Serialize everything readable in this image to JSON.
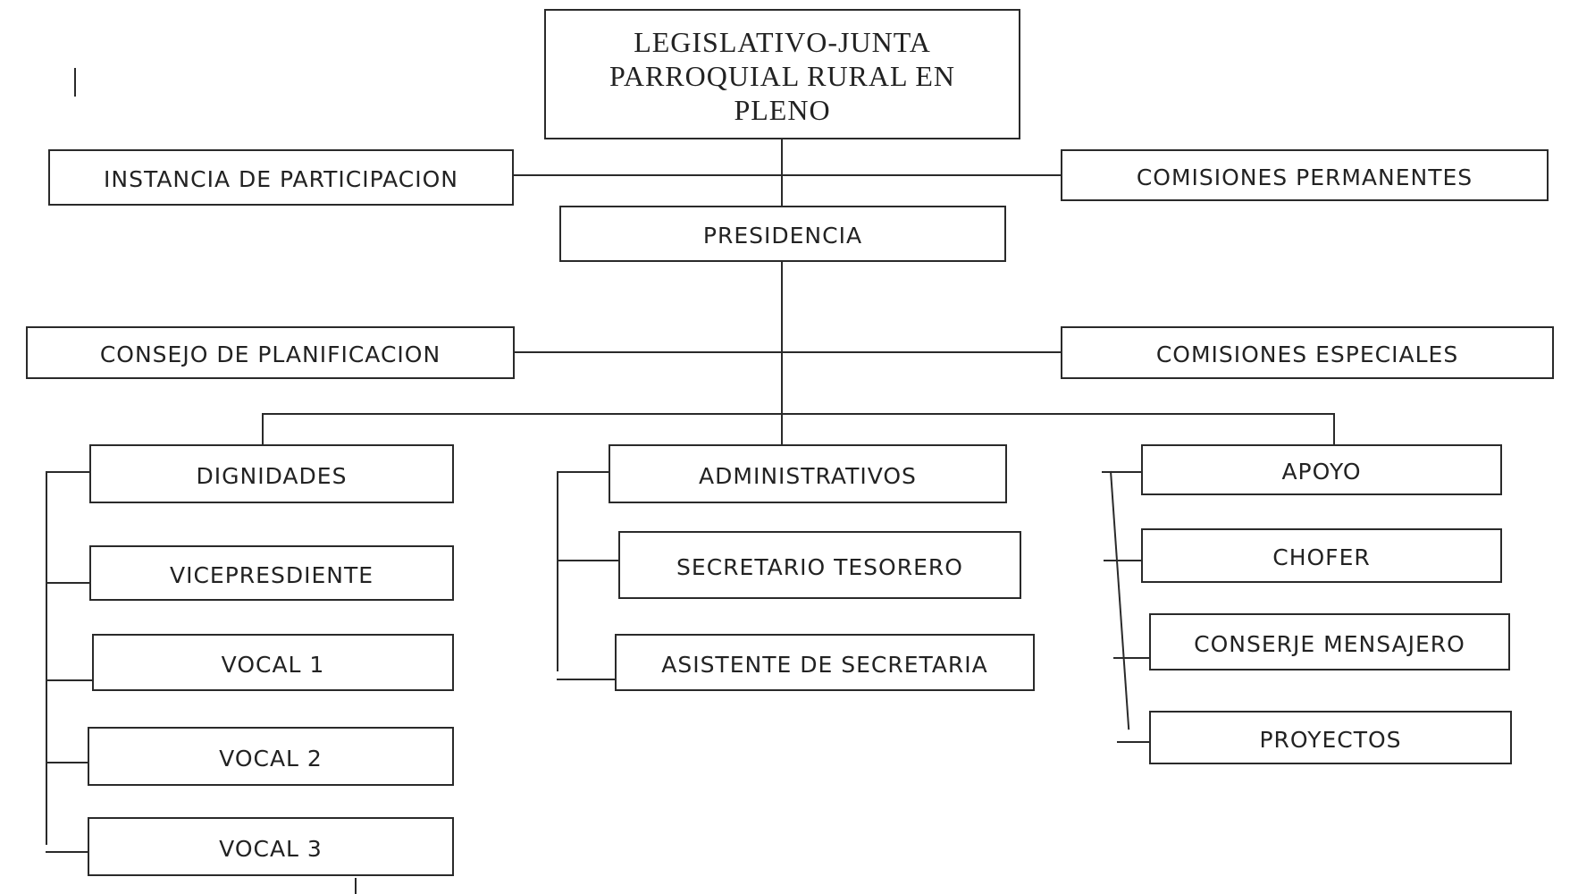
{
  "diagram": {
    "top": "LEGISLATIVO-JUNTA\nPARROQUIAL RURAL EN\nPLENO",
    "instancia": "INSTANCIA DE PARTICIPACION",
    "comisiones_permanentes": "COMISIONES PERMANENTES",
    "presidencia": "PRESIDENCIA",
    "consejo": "CONSEJO DE PLANIFICACION",
    "comisiones_especiales": "COMISIONES ESPECIALES",
    "dignidades": {
      "head": "DIGNIDADES",
      "items": [
        "VICEPRESDIENTE",
        "VOCAL 1",
        "VOCAL 2",
        "VOCAL 3"
      ]
    },
    "administrativos": {
      "head": "ADMINISTRATIVOS",
      "items": [
        "SECRETARIO TESORERO",
        "ASISTENTE DE SECRETARIA"
      ]
    },
    "apoyo": {
      "head": "APOYO",
      "items": [
        "CHOFER",
        "CONSERJE MENSAJERO",
        "PROYECTOS"
      ]
    }
  }
}
